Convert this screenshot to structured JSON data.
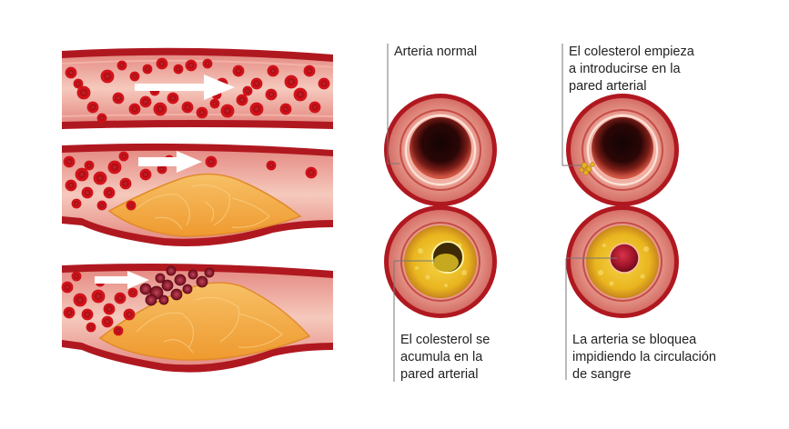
{
  "labels": {
    "normal": "Arteria normal",
    "begins": "El colesterol empieza\na introducirse en la\npared arterial",
    "accumulates": "El colesterol se\nacumula en la\npared arterial",
    "blocked": "La arteria se bloquea\nimpidiendo la circulación\nde sangre"
  },
  "stages": [
    {
      "id": "normal",
      "plaque_level": 0,
      "lumen_fraction": 1.0
    },
    {
      "id": "begins",
      "plaque_level": 0.1,
      "lumen_fraction": 0.95
    },
    {
      "id": "accumulates",
      "plaque_level": 0.6,
      "lumen_fraction": 0.35
    },
    {
      "id": "blocked",
      "plaque_level": 0.9,
      "lumen_fraction": 0.18
    }
  ],
  "colors": {
    "vessel_outer": "#b01820",
    "vessel_wall": "#e88e86",
    "lumen": "#f3c3b6",
    "blood_cell": "#e2141c",
    "clot": "#8b1020",
    "fat": "#f0a43a",
    "plaque": "#e6b31e",
    "arrow": "#ffffff",
    "leader_line": "#777777"
  },
  "icons": {
    "flow": "arrow-right-icon"
  }
}
